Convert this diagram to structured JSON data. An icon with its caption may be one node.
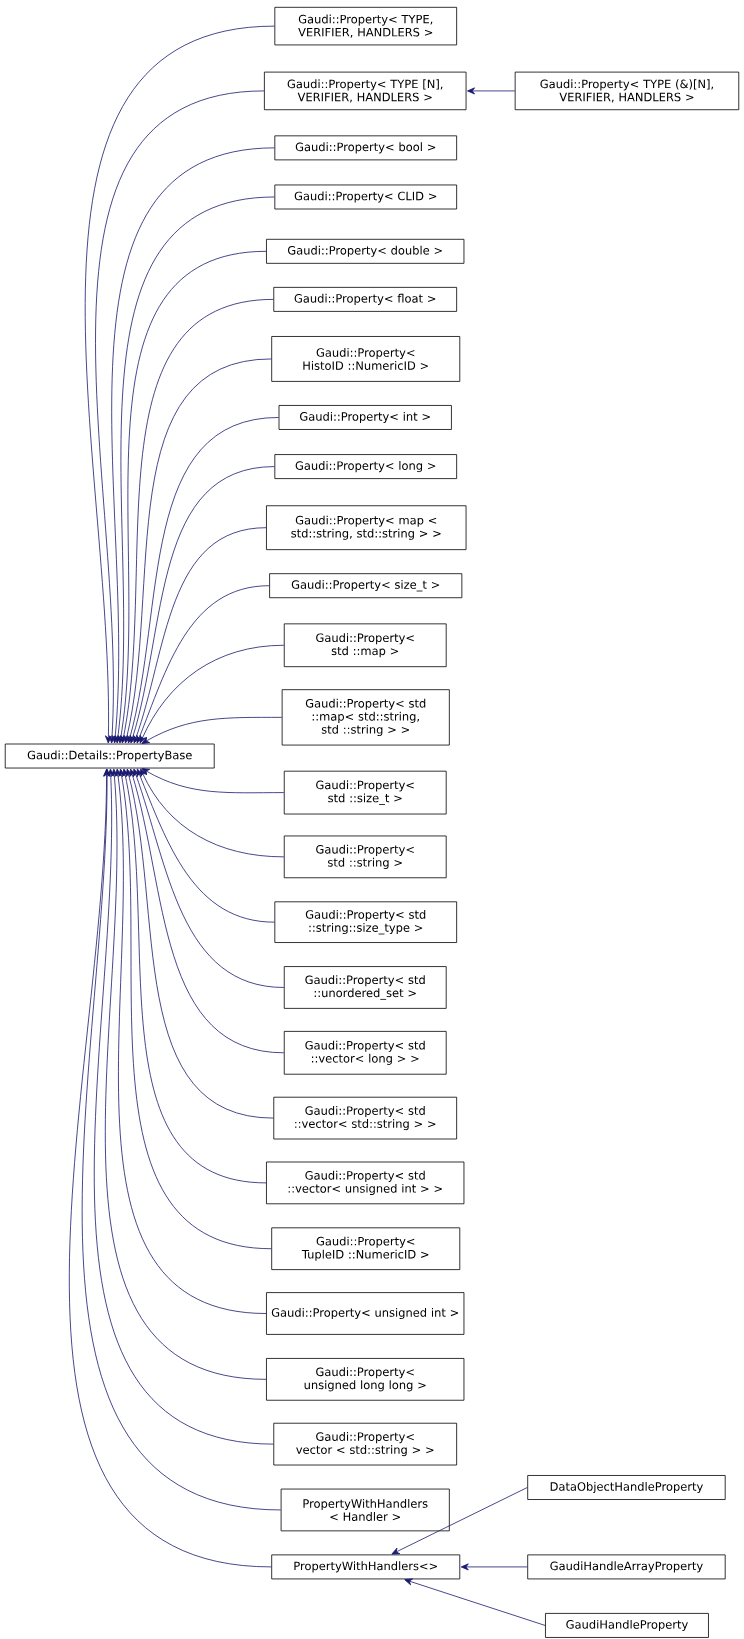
{
  "diagram": {
    "nodes": [
      {
        "text": [
          "Gaudi::Details::PropertyBase"
        ]
      },
      {
        "text": [
          "Gaudi::Property< TYPE, VERIFIER, HANDLERS >"
        ]
      },
      {
        "text": [
          "Gaudi::Property< TYPE [N], VERIFIER, HANDLERS >"
        ]
      },
      {
        "text": [
          "Gaudi::Property< TYPE (&)[N], VERIFIER, HANDLERS >"
        ]
      },
      {
        "text": [
          "Gaudi::Property< bool >"
        ]
      },
      {
        "text": [
          "Gaudi::Property< CLID >"
        ]
      },
      {
        "text": [
          "Gaudi::Property< double >"
        ]
      },
      {
        "text": [
          "Gaudi::Property< float >"
        ]
      },
      {
        "text": [
          "Gaudi::Property< HistoID ::NumericID >"
        ]
      },
      {
        "text": [
          "Gaudi::Property< int >"
        ]
      },
      {
        "text": [
          "Gaudi::Property< long >"
        ]
      },
      {
        "text": [
          "Gaudi::Property< map < std::string, std::string > >"
        ]
      },
      {
        "text": [
          "Gaudi::Property< size_t >"
        ]
      },
      {
        "text": [
          "Gaudi::Property< std ::map >"
        ]
      },
      {
        "text": [
          "Gaudi::Property< std ::map< std::string, std ::string > >"
        ]
      },
      {
        "text": [
          "Gaudi::Property< std ::size_t >"
        ]
      },
      {
        "text": [
          "Gaudi::Property< std ::string >"
        ]
      },
      {
        "text": [
          "Gaudi::Property< std ::string::size_type >"
        ]
      },
      {
        "text": [
          "Gaudi::Property< std ::unordered_set >"
        ]
      },
      {
        "text": [
          "Gaudi::Property< std ::vector< long > >"
        ]
      },
      {
        "text": [
          "Gaudi::Property< std ::vector< std::string > >"
        ]
      },
      {
        "text": [
          "Gaudi::Property< std ::vector< unsigned int > >"
        ]
      },
      {
        "text": [
          "Gaudi::Property< TupleID ::NumericID >"
        ]
      },
      {
        "text": [
          "Gaudi::Property< unsigned int >"
        ]
      },
      {
        "text": [
          "Gaudi::Property< unsigned long long >"
        ]
      },
      {
        "text": [
          "Gaudi::Property< vector < std::string > >"
        ]
      },
      {
        "text": [
          "PropertyWithHandlers < Handler >"
        ]
      },
      {
        "text": [
          "PropertyWithHandlers<>"
        ]
      },
      {
        "text": [
          "DataObjectHandleProperty"
        ]
      },
      {
        "text": [
          "GaudiHandleArrayProperty"
        ]
      },
      {
        "text": [
          "GaudiHandleProperty"
        ]
      }
    ],
    "edges": [
      {
        "from": 1,
        "to": 0,
        "arrow": "to"
      },
      {
        "from": 2,
        "to": 0,
        "arrow": "to"
      },
      {
        "from": 3,
        "to": 2,
        "arrow": "to"
      },
      {
        "from": 4,
        "to": 0,
        "arrow": "to"
      },
      {
        "from": 5,
        "to": 0,
        "arrow": "to"
      },
      {
        "from": 6,
        "to": 0,
        "arrow": "to"
      },
      {
        "from": 7,
        "to": 0,
        "arrow": "to"
      },
      {
        "from": 8,
        "to": 0,
        "arrow": "to"
      },
      {
        "from": 9,
        "to": 0,
        "arrow": "to"
      },
      {
        "from": 10,
        "to": 0,
        "arrow": "to"
      },
      {
        "from": 11,
        "to": 0,
        "arrow": "to"
      },
      {
        "from": 12,
        "to": 0,
        "arrow": "to"
      },
      {
        "from": 13,
        "to": 0,
        "arrow": "to"
      },
      {
        "from": 14,
        "to": 0,
        "arrow": "to"
      },
      {
        "from": 15,
        "to": 0,
        "arrow": "to"
      },
      {
        "from": 16,
        "to": 0,
        "arrow": "to"
      },
      {
        "from": 17,
        "to": 0,
        "arrow": "to"
      },
      {
        "from": 18,
        "to": 0,
        "arrow": "to"
      },
      {
        "from": 19,
        "to": 0,
        "arrow": "to"
      },
      {
        "from": 20,
        "to": 0,
        "arrow": "to"
      },
      {
        "from": 21,
        "to": 0,
        "arrow": "to"
      },
      {
        "from": 22,
        "to": 0,
        "arrow": "to"
      },
      {
        "from": 23,
        "to": 0,
        "arrow": "to"
      },
      {
        "from": 24,
        "to": 0,
        "arrow": "to"
      },
      {
        "from": 25,
        "to": 0,
        "arrow": "to"
      },
      {
        "from": 26,
        "to": 0,
        "arrow": "to"
      },
      {
        "from": 27,
        "to": 0,
        "arrow": "to"
      },
      {
        "from": 28,
        "to": 27,
        "arrow": "to"
      },
      {
        "from": 29,
        "to": 27,
        "arrow": "to"
      },
      {
        "from": 30,
        "to": 27,
        "arrow": "to"
      }
    ]
  }
}
